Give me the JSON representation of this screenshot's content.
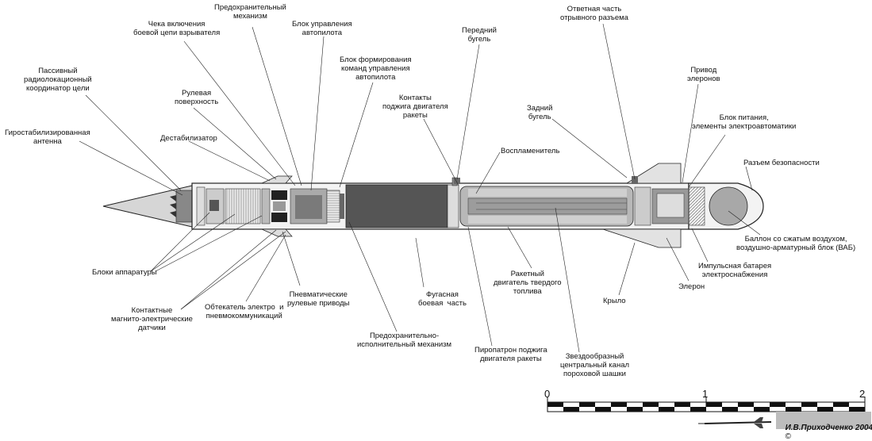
{
  "labels": {
    "fuse_mechanism": "Предохранительный\nмеханизм",
    "arming_pin": "Чека включения\nбоевой цепи взрывателя",
    "autopilot_unit": "Блок управления\nавтопилота",
    "autopilot_command_unit": "Блок формирования\nкоманд управления\nавтопилота",
    "front_lug": "Передний\nбугель",
    "umbilical_mate": "Ответная часть\nотрывного разъема",
    "aileron_drive": "Привод\nэлеронов",
    "passive_radar_seeker": "Пассивный\nрадиолокационный\nкоординатор цели",
    "control_surface": "Рулевая\nповерхность",
    "motor_ignition_contacts": "Контакты\nподжига двигателя\nракеты",
    "rear_lug": "Задний\nбугель",
    "power_unit": "Блок питания,\nэлементы электроавтоматики",
    "gyro_antenna": "Гиростабилизированная\nантенна",
    "destabilizer": "Дестабилизатор",
    "igniter": "Воспламенитель",
    "safety_connector": "Разъем безопасности",
    "air_bottle": "Баллон со сжатым воздухом,\nвоздушно-арматурный блок (ВАБ)",
    "equipment_blocks": "Блоки аппаратуры",
    "impulse_battery": "Импульсная батарея\nэлектроснабжения",
    "contact_sensors": "Контактные\nмагнито-электрические\nдатчики",
    "fairing": "Обтекатель электро  и\nпневмокоммуникаций",
    "pneumatic_actuators": "Пневматические\nрулевые приводы",
    "warhead": "Фугасная\nбоевая  часть",
    "rocket_motor": "Ракетный\nдвигатель твердого\nтоплива",
    "aileron": "Элерон",
    "wing": "Крыло",
    "safety_arming_device": "Предохранительно-\nисполнительный механизм",
    "igniter_squib": "Пиропатрон поджига\nдвигателя ракеты",
    "star_channel": "Звездообразный\nцентральный канал\nпороховой шашки"
  },
  "scale": {
    "ticks": [
      "0",
      "1",
      "2"
    ]
  },
  "signature": "И.В.Приходченко 2004",
  "copyright_mark": "©",
  "colors": {
    "ink": "#1a1a1a",
    "warhead": "#555555",
    "motor": "#b5b5b5",
    "body": "#f2f2f2",
    "paper": "#ffffff"
  }
}
